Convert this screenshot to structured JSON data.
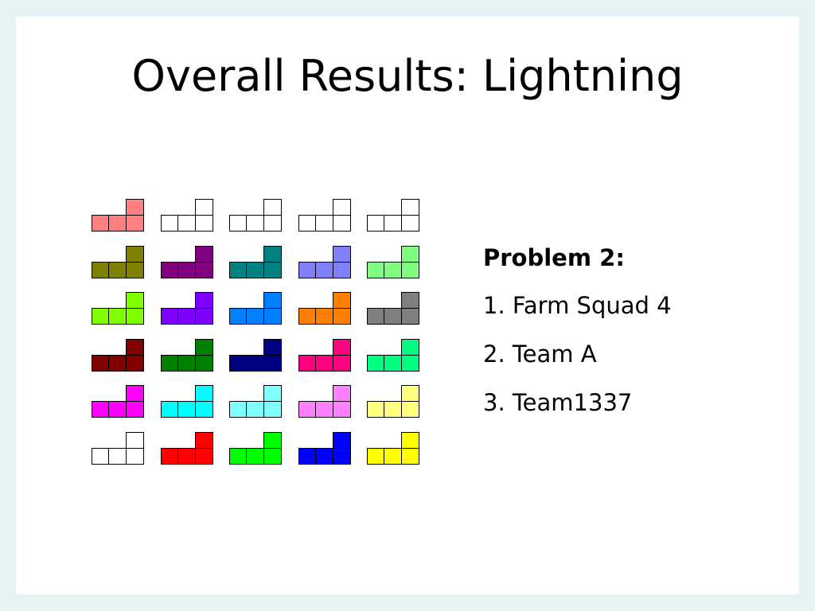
{
  "slide": {
    "title": "Overall Results: Lightning"
  },
  "pieces": [
    {
      "fill": "#ff8080"
    },
    {
      "fill": "#ffffff"
    },
    {
      "fill": "#ffffff"
    },
    {
      "fill": "#ffffff"
    },
    {
      "fill": "#ffffff"
    },
    {
      "fill": "#808000"
    },
    {
      "fill": "#800080"
    },
    {
      "fill": "#008080"
    },
    {
      "fill": "#8080ff"
    },
    {
      "fill": "#80ff80"
    },
    {
      "fill": "#80ff00"
    },
    {
      "fill": "#8000ff"
    },
    {
      "fill": "#0080ff"
    },
    {
      "fill": "#ff8000"
    },
    {
      "fill": "#808080"
    },
    {
      "fill": "#800000"
    },
    {
      "fill": "#008000"
    },
    {
      "fill": "#000080"
    },
    {
      "fill": "#ff0080"
    },
    {
      "fill": "#00ff80"
    },
    {
      "fill": "#ff00ff"
    },
    {
      "fill": "#00ffff"
    },
    {
      "fill": "#80ffff"
    },
    {
      "fill": "#ff80ff"
    },
    {
      "fill": "#ffff80"
    },
    {
      "fill": "#ffffff"
    },
    {
      "fill": "#ff0000"
    },
    {
      "fill": "#00ff00"
    },
    {
      "fill": "#0000ff"
    },
    {
      "fill": "#ffff00"
    }
  ],
  "results": {
    "heading": "Problem 2:",
    "items": [
      "1. Farm Squad 4",
      "2. Team A",
      "3. Team1337"
    ]
  }
}
